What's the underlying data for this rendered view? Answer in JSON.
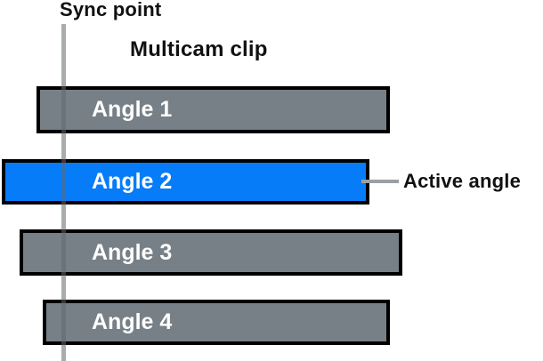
{
  "diagram": {
    "title": "Multicam clip",
    "sync_point_label": "Sync point",
    "active_angle_label": "Active angle"
  },
  "angles": [
    {
      "label": "Angle 1",
      "active": false
    },
    {
      "label": "Angle 2",
      "active": true
    },
    {
      "label": "Angle 3",
      "active": false
    },
    {
      "label": "Angle 4",
      "active": false
    }
  ],
  "colors": {
    "background": "#ffffff",
    "bar_fill_gray": "#778087",
    "bar_fill_active_blue": "#077CF8",
    "bar_border": "#000000",
    "bar_label_text": "#ffffff",
    "annotation_text": "#111111",
    "sync_line_gray": "rgba(96,104,110,0.55)",
    "connector_gray": "#9aa0a4"
  }
}
